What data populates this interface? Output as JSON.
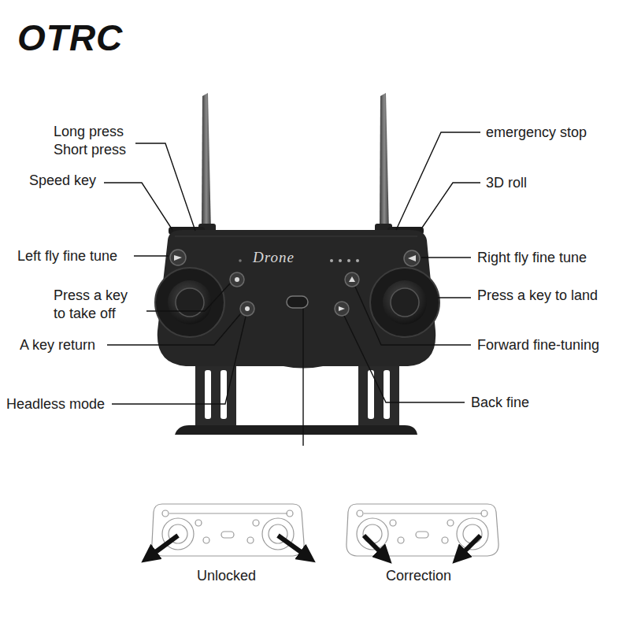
{
  "diagram": {
    "labels": [
      "OTRC",
      "Long press",
      "Short press",
      "Speed key",
      "Left fly fine tune",
      "Press a key to take off",
      "A key return",
      "Headless mode",
      "emergency stop",
      "3D roll",
      "Right fly fine tune",
      "Press a key to land",
      "Forward fine-tuning",
      "Back fine",
      "Drone",
      "Unlocked",
      "Correction"
    ]
  }
}
